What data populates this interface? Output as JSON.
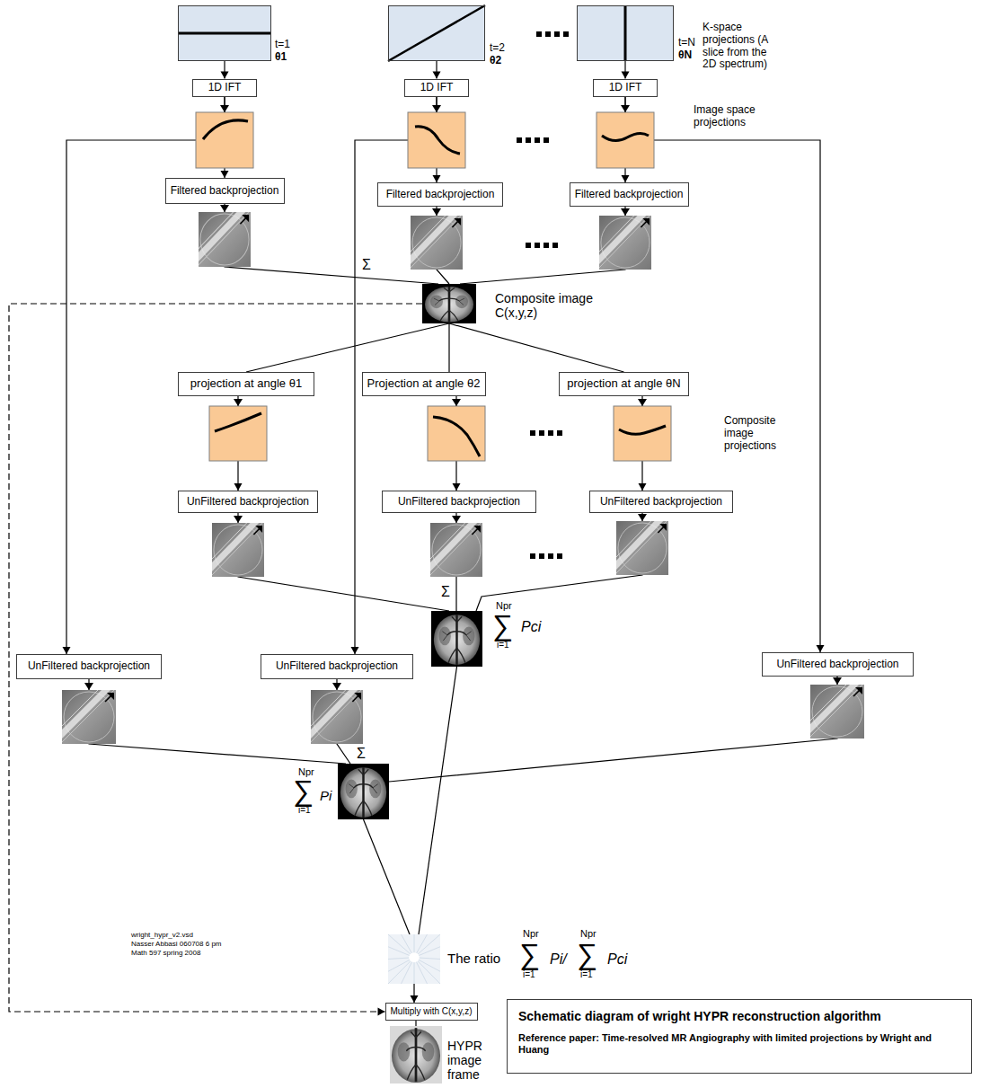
{
  "diagram": {
    "nodes": [
      {
        "text": [
          "t=1",
          "θ1"
        ]
      },
      {
        "text": [
          "t=2",
          "θ2"
        ]
      },
      {
        "text": [
          "t=N",
          "θN"
        ]
      },
      {
        "text": [
          "1D IFT"
        ]
      },
      {
        "text": [
          "1D IFT"
        ]
      },
      {
        "text": [
          "1D IFT"
        ]
      },
      {
        "text": [
          "Filtered backprojection"
        ]
      },
      {
        "text": [
          "Filtered backprojection"
        ]
      },
      {
        "text": [
          "Filtered backprojection"
        ]
      },
      {
        "text": [
          "Composite image C(x,y,z)"
        ]
      },
      {
        "text": [
          "projection at angle θ1"
        ]
      },
      {
        "text": [
          "Projection at angle θ2"
        ]
      },
      {
        "text": [
          "projection at angle θN"
        ]
      },
      {
        "text": [
          "UnFiltered backprojection"
        ]
      },
      {
        "text": [
          "UnFiltered backprojection"
        ]
      },
      {
        "text": [
          "UnFiltered backprojection"
        ]
      },
      {
        "text": [
          "Npr",
          "∑",
          "i=1",
          "Pci"
        ]
      },
      {
        "text": [
          "UnFiltered backprojection"
        ]
      },
      {
        "text": [
          "UnFiltered backprojection"
        ]
      },
      {
        "text": [
          "UnFiltered backprojection"
        ]
      },
      {
        "text": [
          "Npr",
          "∑",
          "i=1",
          "Pi"
        ]
      },
      {
        "text": [
          "The ratio",
          "Npr",
          "∑",
          "i=1",
          "Pi/",
          "Npr",
          "∑",
          "i=1",
          "Pci"
        ]
      },
      {
        "text": [
          "Multiply with C(x,y,z)"
        ]
      },
      {
        "text": [
          "HYPR image frame"
        ]
      },
      {
        "text": [
          "Schematic diagram of wright HYPR reconstruction algorithm",
          "Reference paper: Time-resolved MR Angiography with limited projections by Wright and Huang"
        ]
      }
    ],
    "edges": [
      {
        "from": 0,
        "to": 3,
        "arrow": "to"
      },
      {
        "from": 1,
        "to": 4,
        "arrow": "to"
      },
      {
        "from": 2,
        "to": 5,
        "arrow": "to"
      },
      {
        "from": 3,
        "to": 6,
        "arrow": "to"
      },
      {
        "from": 4,
        "to": 7,
        "arrow": "to"
      },
      {
        "from": 5,
        "to": 8,
        "arrow": "to"
      },
      {
        "from": 3,
        "to": 17,
        "arrow": "to"
      },
      {
        "from": 4,
        "to": 18,
        "arrow": "to"
      },
      {
        "from": 5,
        "to": 19,
        "arrow": "to"
      },
      {
        "from": 6,
        "to": 9,
        "arrow": "none"
      },
      {
        "from": 7,
        "to": 9,
        "arrow": "none"
      },
      {
        "from": 8,
        "to": 9,
        "arrow": "none"
      },
      {
        "from": 9,
        "to": 22,
        "arrow": "to"
      },
      {
        "from": 9,
        "to": 10,
        "arrow": "none"
      },
      {
        "from": 9,
        "to": 11,
        "arrow": "none"
      },
      {
        "from": 9,
        "to": 12,
        "arrow": "none"
      },
      {
        "from": 10,
        "to": 13,
        "arrow": "to"
      },
      {
        "from": 11,
        "to": 14,
        "arrow": "to"
      },
      {
        "from": 12,
        "to": 15,
        "arrow": "to"
      },
      {
        "from": 13,
        "to": 16,
        "arrow": "none"
      },
      {
        "from": 14,
        "to": 16,
        "arrow": "none"
      },
      {
        "from": 15,
        "to": 16,
        "arrow": "none"
      },
      {
        "from": 17,
        "to": 20,
        "arrow": "none"
      },
      {
        "from": 18,
        "to": 20,
        "arrow": "none"
      },
      {
        "from": 19,
        "to": 20,
        "arrow": "none"
      },
      {
        "from": 20,
        "to": 21,
        "arrow": "none"
      },
      {
        "from": 16,
        "to": 21,
        "arrow": "none"
      },
      {
        "from": 21,
        "to": 22,
        "arrow": "to"
      },
      {
        "from": 22,
        "to": 23,
        "arrow": "none"
      }
    ],
    "labels": [
      "K-space projections (A slice from the 2D spectrum)",
      "Image space projections",
      "Σ",
      "Composite image projections",
      "Σ",
      "Σ",
      "wright_hypr_v2.vsd",
      "Nasser Abbasi 060708 6 pm",
      "Math 597 spring 2008"
    ]
  }
}
